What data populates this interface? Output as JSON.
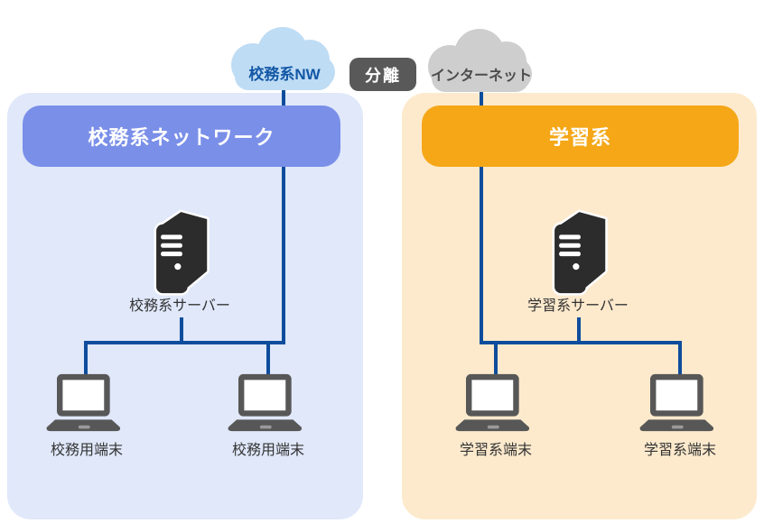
{
  "diagram": {
    "separator": {
      "label": "分離"
    },
    "clouds": [
      {
        "name": "school-admin-nw-cloud",
        "label": "校務系NW"
      },
      {
        "name": "internet-cloud",
        "label": "インターネット"
      }
    ],
    "panels": [
      {
        "name": "school-admin-network",
        "title": "校務系ネットワーク",
        "server_label": "校務系サーバー",
        "terminals": [
          "校務用端末",
          "校務用端末"
        ]
      },
      {
        "name": "learning-network",
        "title": "学習系",
        "server_label": "学習系サーバー",
        "terminals": [
          "学習系端末",
          "学習系端末"
        ]
      }
    ],
    "colors": {
      "left_panel_bg": "#e0e8fa",
      "left_header_bg": "#7a8fe8",
      "right_panel_bg": "#fdeacd",
      "right_header_bg": "#f5a717",
      "cloud_blue": "#bedcf4",
      "cloud_blue_text": "#1357a6",
      "cloud_gray": "#cecece",
      "cloud_gray_text": "#4c4c4c",
      "separator_badge_bg": "#595959",
      "connection_line": "#0e4d9c",
      "server_icon": "#2c2c2c",
      "laptop_icon": "#575757"
    }
  }
}
